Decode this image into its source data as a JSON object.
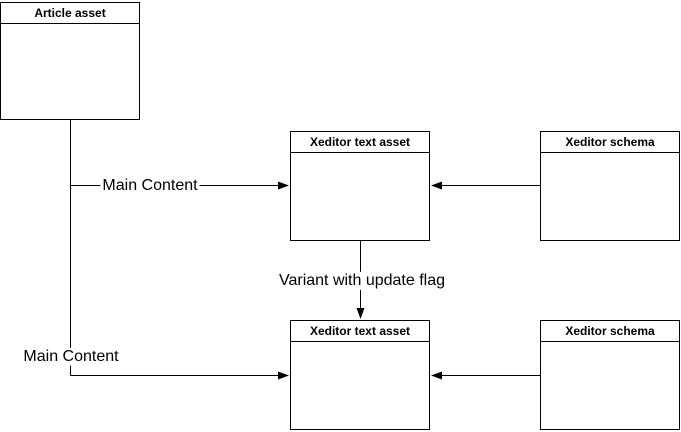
{
  "diagram": {
    "background_color": "#ffffff",
    "line_color": "#000000",
    "text_color": "#000000",
    "nodes": [
      {
        "id": "article-asset",
        "title": "Article asset"
      },
      {
        "id": "xeditor-text-asset-top",
        "title": "Xeditor text asset"
      },
      {
        "id": "xeditor-schema-top",
        "title": "Xeditor schema"
      },
      {
        "id": "xeditor-text-asset-bottom",
        "title": "Xeditor text asset"
      },
      {
        "id": "xeditor-schema-bottom",
        "title": "Xeditor schema"
      }
    ],
    "edge_labels": [
      {
        "id": "main-content-top",
        "text": "Main Content"
      },
      {
        "id": "variant-update-flag",
        "text": "Variant with update flag"
      },
      {
        "id": "main-content-bottom",
        "text": "Main Content"
      }
    ],
    "edges": [
      {
        "from": "article-asset",
        "to": "xeditor-text-asset-top",
        "label": "Main Content"
      },
      {
        "from": "xeditor-schema-top",
        "to": "xeditor-text-asset-top",
        "label": ""
      },
      {
        "from": "xeditor-text-asset-top",
        "to": "xeditor-text-asset-bottom",
        "label": "Variant with update flag"
      },
      {
        "from": "article-asset",
        "to": "xeditor-text-asset-bottom",
        "label": "Main Content"
      },
      {
        "from": "xeditor-schema-bottom",
        "to": "xeditor-text-asset-bottom",
        "label": ""
      }
    ]
  }
}
